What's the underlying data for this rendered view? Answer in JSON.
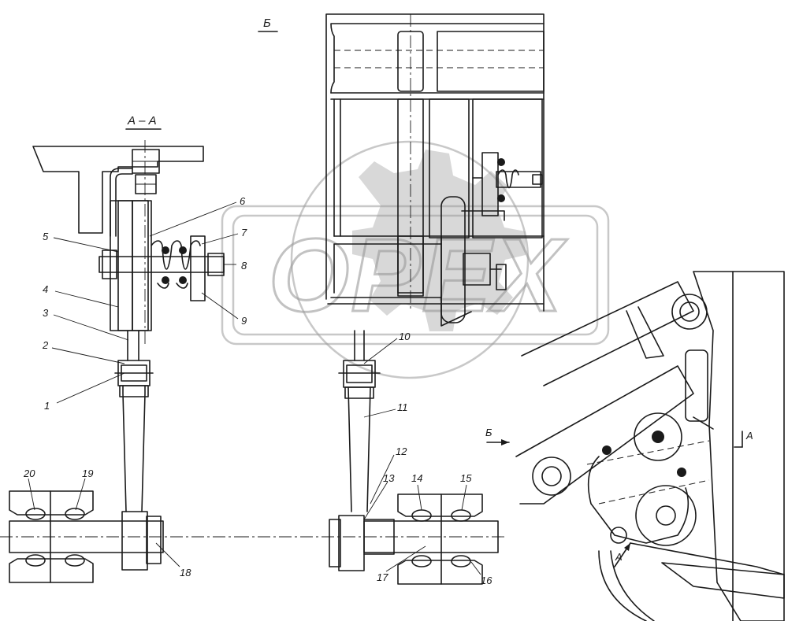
{
  "view_titles": {
    "section_aa": "А – А",
    "view_b": "Б"
  },
  "direction_marks": {
    "view_b_arrow": "Б",
    "section_arrow_top": "А",
    "section_arrow_bottom": "А"
  },
  "callouts": [
    "1",
    "2",
    "3",
    "4",
    "5",
    "6",
    "7",
    "8",
    "9",
    "10",
    "11",
    "12",
    "13",
    "14",
    "15",
    "16",
    "17",
    "18",
    "19",
    "20"
  ],
  "watermark": {
    "text": "ОРЕХ",
    "icon": "gear-icon"
  }
}
